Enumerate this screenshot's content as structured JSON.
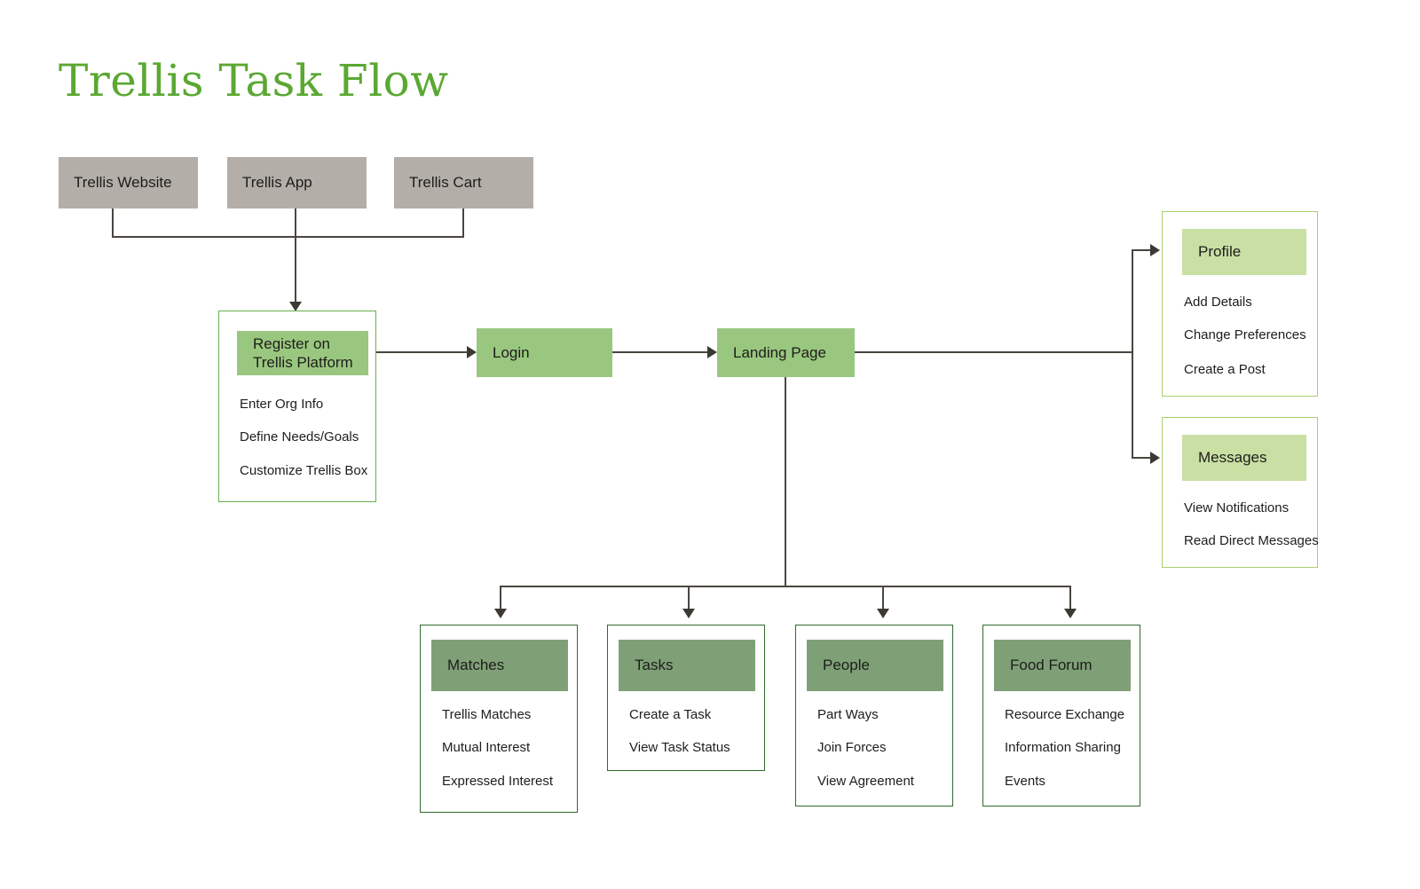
{
  "page": {
    "title": "Trellis Task Flow",
    "accent_green": "#5aa832",
    "node_green": "#9ac77f",
    "light_green": "#c9dfa4",
    "sage_green": "#7fa077",
    "gray": "#b3afa8",
    "connector": "#4a463f"
  },
  "sources": [
    {
      "label": "Trellis Website"
    },
    {
      "label": "Trellis App"
    },
    {
      "label": "Trellis Cart"
    }
  ],
  "register": {
    "header": "Register on\nTrellis Platform",
    "options": [
      "Enter Org Info",
      "Define Needs/Goals",
      "Customize Trellis Box"
    ]
  },
  "login": {
    "label": "Login"
  },
  "landing": {
    "label": "Landing Page"
  },
  "right_cards": [
    {
      "header": "Profile",
      "options": [
        "Add Details",
        "Change Preferences",
        "Create a Post"
      ]
    },
    {
      "header": "Messages",
      "options": [
        "View Notifications",
        "Read Direct Messages"
      ]
    }
  ],
  "bottom_cards": [
    {
      "header": "Matches",
      "options": [
        "Trellis Matches",
        "Mutual Interest",
        "Expressed Interest"
      ]
    },
    {
      "header": "Tasks",
      "options": [
        "Create a Task",
        "View Task Status"
      ]
    },
    {
      "header": "People",
      "options": [
        "Part Ways",
        "Join Forces",
        "View Agreement"
      ]
    },
    {
      "header": "Food Forum",
      "options": [
        "Resource Exchange",
        "Information Sharing",
        "Events"
      ]
    }
  ]
}
